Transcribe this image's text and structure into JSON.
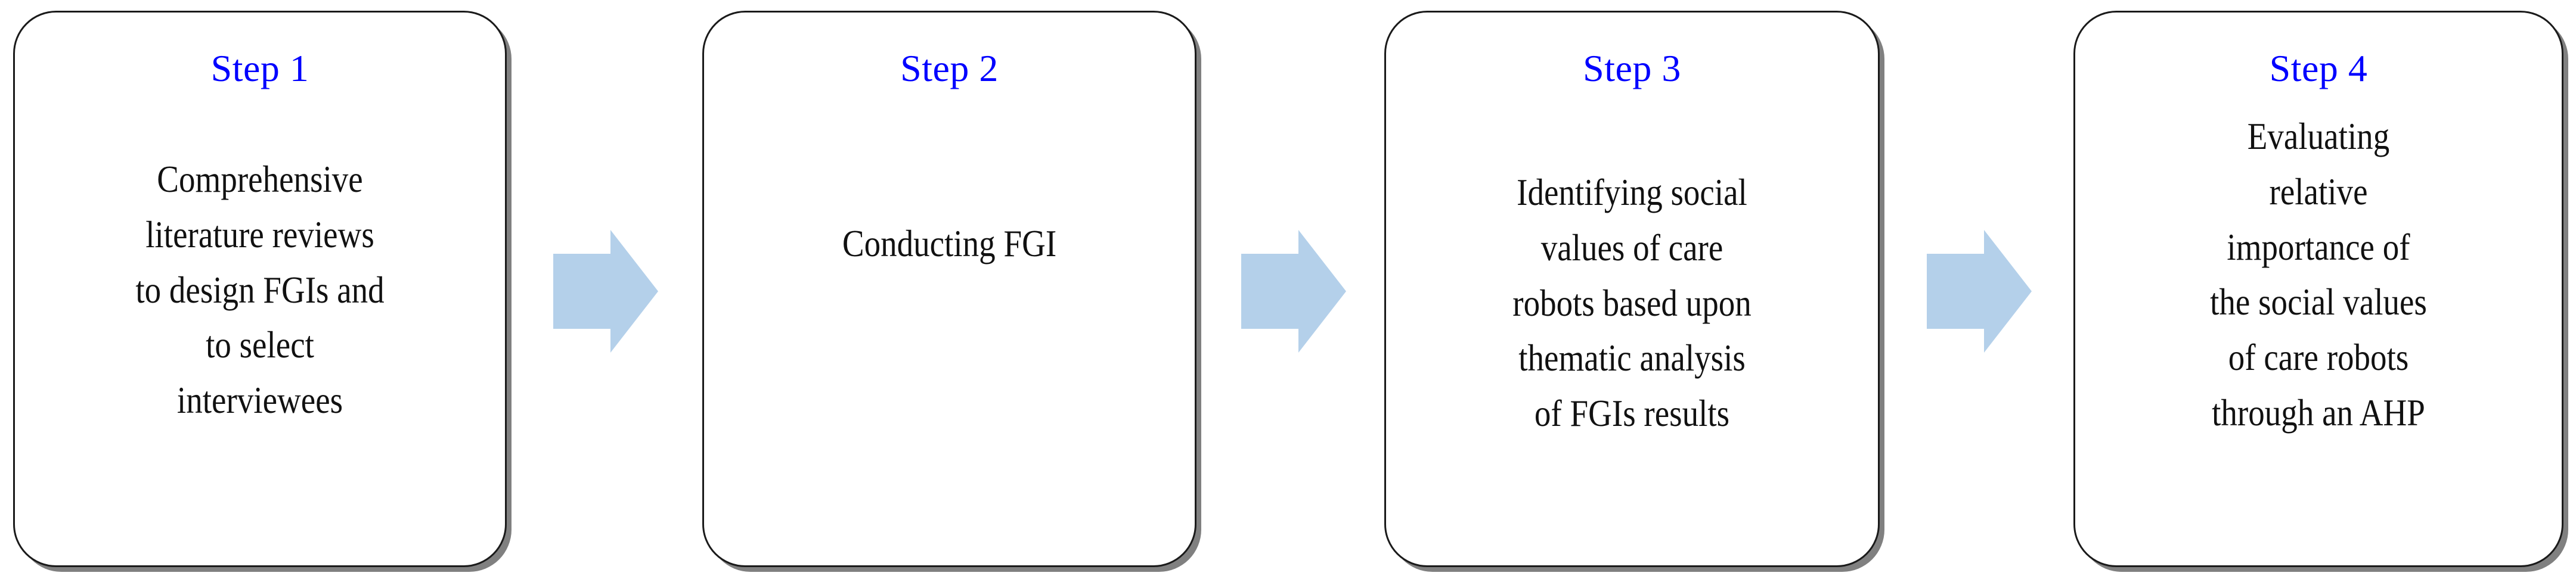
{
  "diagram": {
    "type": "process-flow",
    "orientation": "horizontal",
    "background_color": "#FFFFFF",
    "title_color": "#0000FF",
    "body_text_color": "#111111",
    "box_border_color": "#1A1A1A",
    "box_shadow_color": "#808080",
    "arrow_color": "#B4D0EA",
    "step_count": 4,
    "steps": [
      {
        "title": "Step 1",
        "body": "Comprehensive\nliterature reviews\nto design FGIs and\nto select\ninterviewees"
      },
      {
        "title": "Step 2",
        "body": "Conducting FGI"
      },
      {
        "title": "Step 3",
        "body": "Identifying social\nvalues of care\nrobots based upon\nthematic analysis\nof FGIs results"
      },
      {
        "title": "Step 4",
        "body": "Evaluating\nrelative\nimportance of\nthe social values\nof care robots\nthrough an AHP"
      }
    ],
    "connectors": [
      {
        "icon": "right-arrow-icon",
        "from": "Step 1",
        "to": "Step 2"
      },
      {
        "icon": "right-arrow-icon",
        "from": "Step 2",
        "to": "Step 3"
      },
      {
        "icon": "right-arrow-icon",
        "from": "Step 3",
        "to": "Step 4"
      }
    ]
  }
}
